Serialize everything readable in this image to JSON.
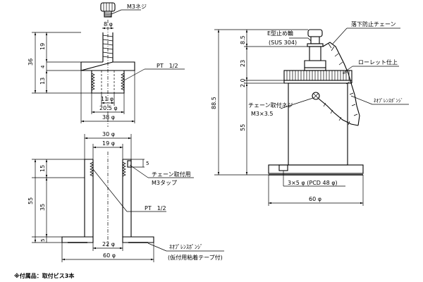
{
  "top_view": {
    "m3_screw": "M3ネジ",
    "dim_8phi": "8 φ",
    "dim_19": "19",
    "dim_36": "36",
    "dim_4": "4",
    "dim_13": "13",
    "pt_label": "PT　1/2",
    "dim_11phi": "11 φ",
    "dim_20_5phi": "20.5 φ",
    "dim_38phi": "38 φ"
  },
  "bottom_view": {
    "dim_30phi": "30 φ",
    "dim_19phi": "19 φ",
    "dim_5": "5",
    "chain_tap_line1": "チェーン取付用",
    "chain_tap_line2": "M3タップ",
    "dim_15": "15",
    "dim_55": "55",
    "dim_35": "35",
    "dim_5b": "5",
    "pt_label": "PT　1/2",
    "dim_22phi": "22 φ",
    "dim_60phi": "60 φ",
    "sponge_line1": "ﾈｵﾌﾟﾚﾝｽﾎﾟﾝｼﾞ",
    "sponge_line2": "(仮付用粘着テープ付)"
  },
  "assembly": {
    "e_ring_line1": "E型止め輪",
    "e_ring_line2": "(SUS 304)",
    "chain_label": "落下防止チェーン",
    "knurl_label": "ローレット仕上",
    "sponge_label": "ﾈｵﾌﾟﾚﾝｽﾎﾟﾝｼﾞ",
    "chain_screw_line1": "チェーン取付ネジ",
    "chain_screw_line2": "M3×3.5",
    "dim_8_5": "8.5",
    "dim_23": "23",
    "dim_2_0": "2.0",
    "dim_88_5": "88.5",
    "dim_55": "55",
    "holes_label": "3×5 φ (PCD 48 φ)",
    "dim_60phi": "60 φ"
  },
  "footnote": "※付属品：取付ビス3本"
}
